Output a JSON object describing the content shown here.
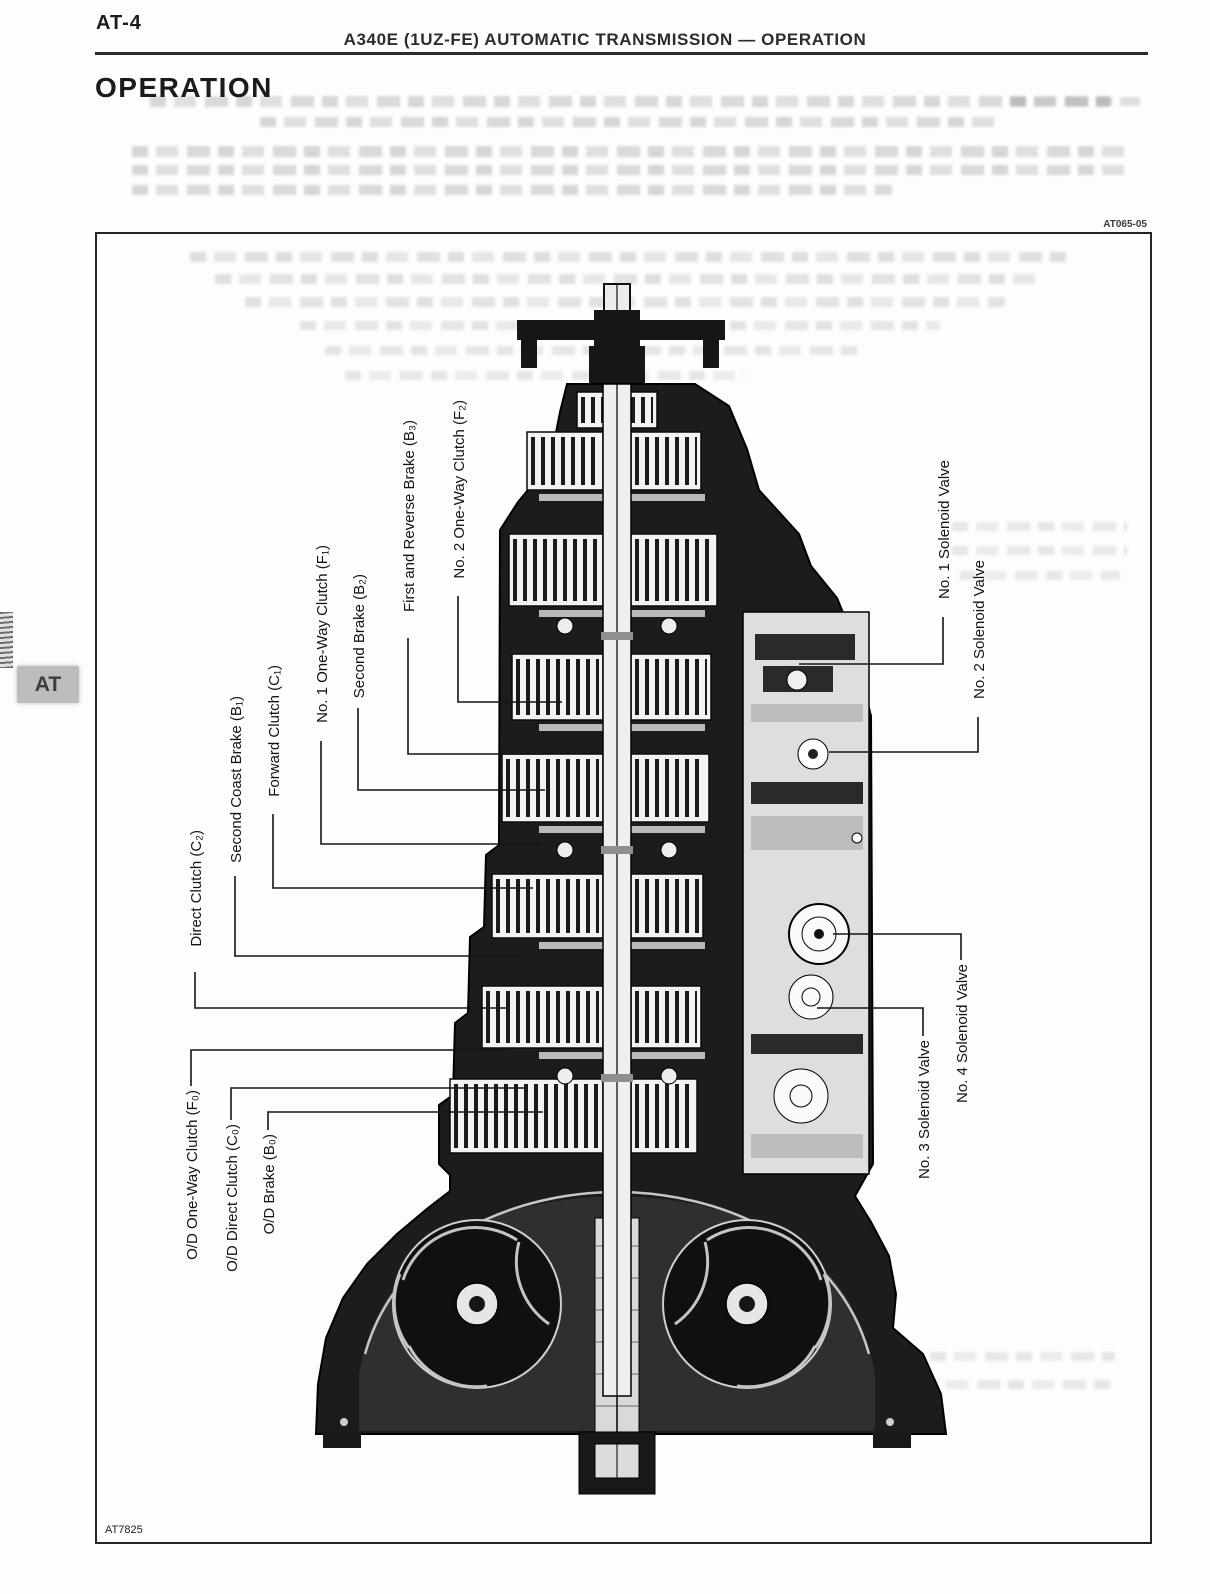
{
  "page": {
    "code": "AT-4",
    "header_title": "A340E (1UZ-FE) AUTOMATIC TRANSMISSION — OPERATION",
    "section_title": "OPERATION",
    "side_tab": "AT",
    "figure_ref": "AT065-05",
    "figure_code": "AT7825"
  },
  "figure": {
    "labels": [
      "No. 2 One-Way Clutch (F₂)",
      "First and Reverse Brake (B₃)",
      "Second Brake (B₂)",
      "No. 1 One-Way Clutch (F₁)",
      "Forward Clutch (C₁)",
      "Second Coast Brake (B₁)",
      "Direct Clutch (C₂)",
      "No. 1 Solenoid Valve",
      "No. 2 Solenoid Valve",
      "No. 3 Solenoid Valve",
      "No. 4 Solenoid Valve",
      "O/D One-Way Clutch (F₀)",
      "O/D Direct Clutch (C₀)",
      "O/D Brake (B₀)"
    ]
  }
}
